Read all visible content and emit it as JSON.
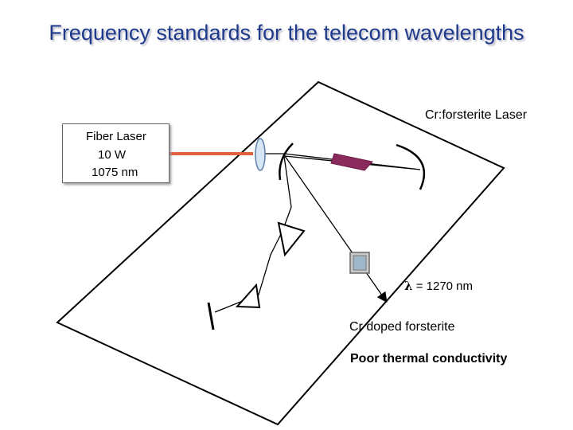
{
  "title": "Frequency standards for the telecom wavelengths",
  "fiber_laser": {
    "name": "Fiber Laser",
    "power": "10 W",
    "wavelength": "1075 nm"
  },
  "labels": {
    "cavity": "Cr:forsterite Laser",
    "lambda_symbol": "λ",
    "lambda_value": "=  1270 nm",
    "crystal": "Cr doped forsterite",
    "note": "Poor thermal conductivity"
  },
  "colors": {
    "title": "#1f3a8a",
    "pump_beam": "#e0603a",
    "crystal": "#8b2a5c",
    "lens": "#d6e6f5"
  }
}
